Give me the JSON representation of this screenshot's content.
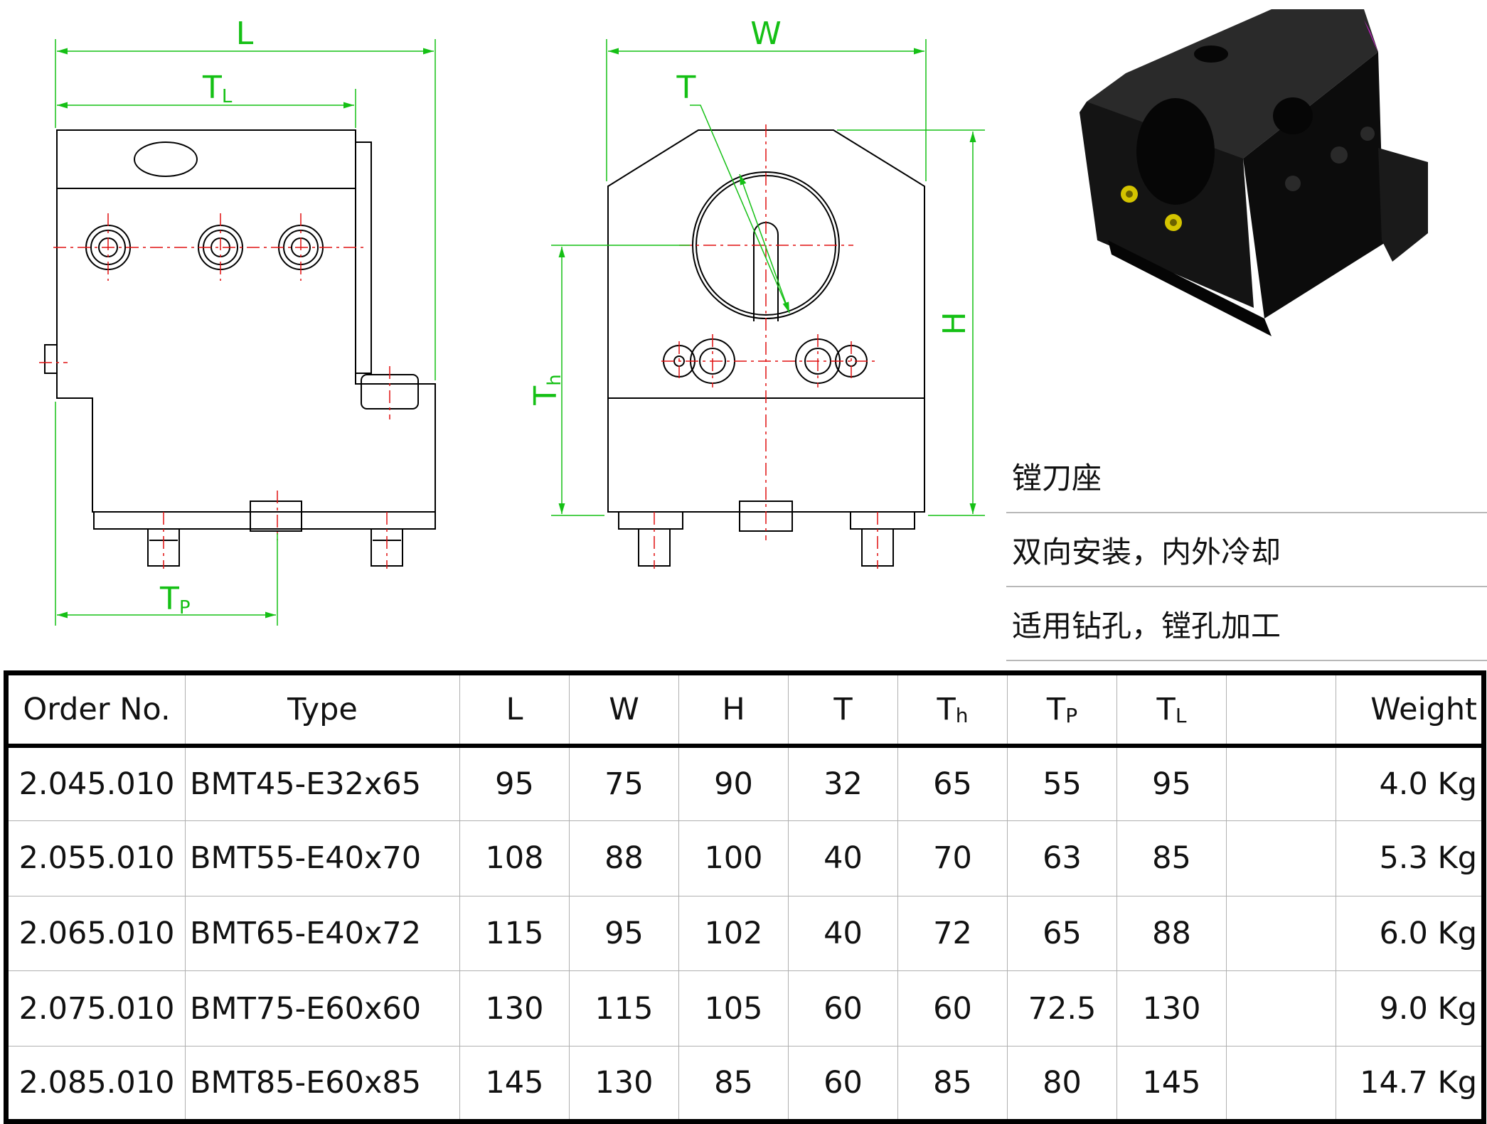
{
  "drawing_labels": {
    "side_L": "L",
    "side_TL_main": "T",
    "side_TL_sub": "L",
    "side_TP_main": "T",
    "side_TP_sub": "P",
    "front_W": "W",
    "front_T": "T",
    "front_H": "H",
    "front_Th_main": "T",
    "front_Th_sub": "h"
  },
  "product_info": {
    "name": "镗刀座",
    "feature_1": "双向安装，内外冷却",
    "feature_2": "适用钻孔，镗孔加工"
  },
  "colors": {
    "dimension": "#15c015",
    "centerline": "#e01010",
    "outline": "#000000",
    "photo_body": "#141414",
    "photo_accent": "#d4c400"
  },
  "icons": [
    "side-view-drawing",
    "front-view-drawing",
    "tool-holder-photo"
  ],
  "table": {
    "headers": {
      "order_no": "Order No.",
      "type": "Type",
      "L": "L",
      "W": "W",
      "H": "H",
      "T": "T",
      "Th_main": "T",
      "Th_sub": "h",
      "Tp_main": "T",
      "Tp_sub": "P",
      "TL_main": "T",
      "TL_sub": "L",
      "blank": "",
      "weight": "Weight"
    },
    "rows": [
      {
        "order_no": "2.045.010",
        "type": "BMT45-E32x65",
        "L": "95",
        "W": "75",
        "H": "90",
        "T": "32",
        "Th": "65",
        "Tp": "55",
        "TL": "95",
        "blank": "",
        "weight": "4.0 Kg"
      },
      {
        "order_no": "2.055.010",
        "type": "BMT55-E40x70",
        "L": "108",
        "W": "88",
        "H": "100",
        "T": "40",
        "Th": "70",
        "Tp": "63",
        "TL": "85",
        "blank": "",
        "weight": "5.3 Kg"
      },
      {
        "order_no": "2.065.010",
        "type": "BMT65-E40x72",
        "L": "115",
        "W": "95",
        "H": "102",
        "T": "40",
        "Th": "72",
        "Tp": "65",
        "TL": "88",
        "blank": "",
        "weight": "6.0 Kg"
      },
      {
        "order_no": "2.075.010",
        "type": "BMT75-E60x60",
        "L": "130",
        "W": "115",
        "H": "105",
        "T": "60",
        "Th": "60",
        "Tp": "72.5",
        "TL": "130",
        "blank": "",
        "weight": "9.0 Kg"
      },
      {
        "order_no": "2.085.010",
        "type": "BMT85-E60x85",
        "L": "145",
        "W": "130",
        "H": "85",
        "T": "60",
        "Th": "85",
        "Tp": "80",
        "TL": "145",
        "blank": "",
        "weight": "14.7 Kg"
      }
    ]
  }
}
